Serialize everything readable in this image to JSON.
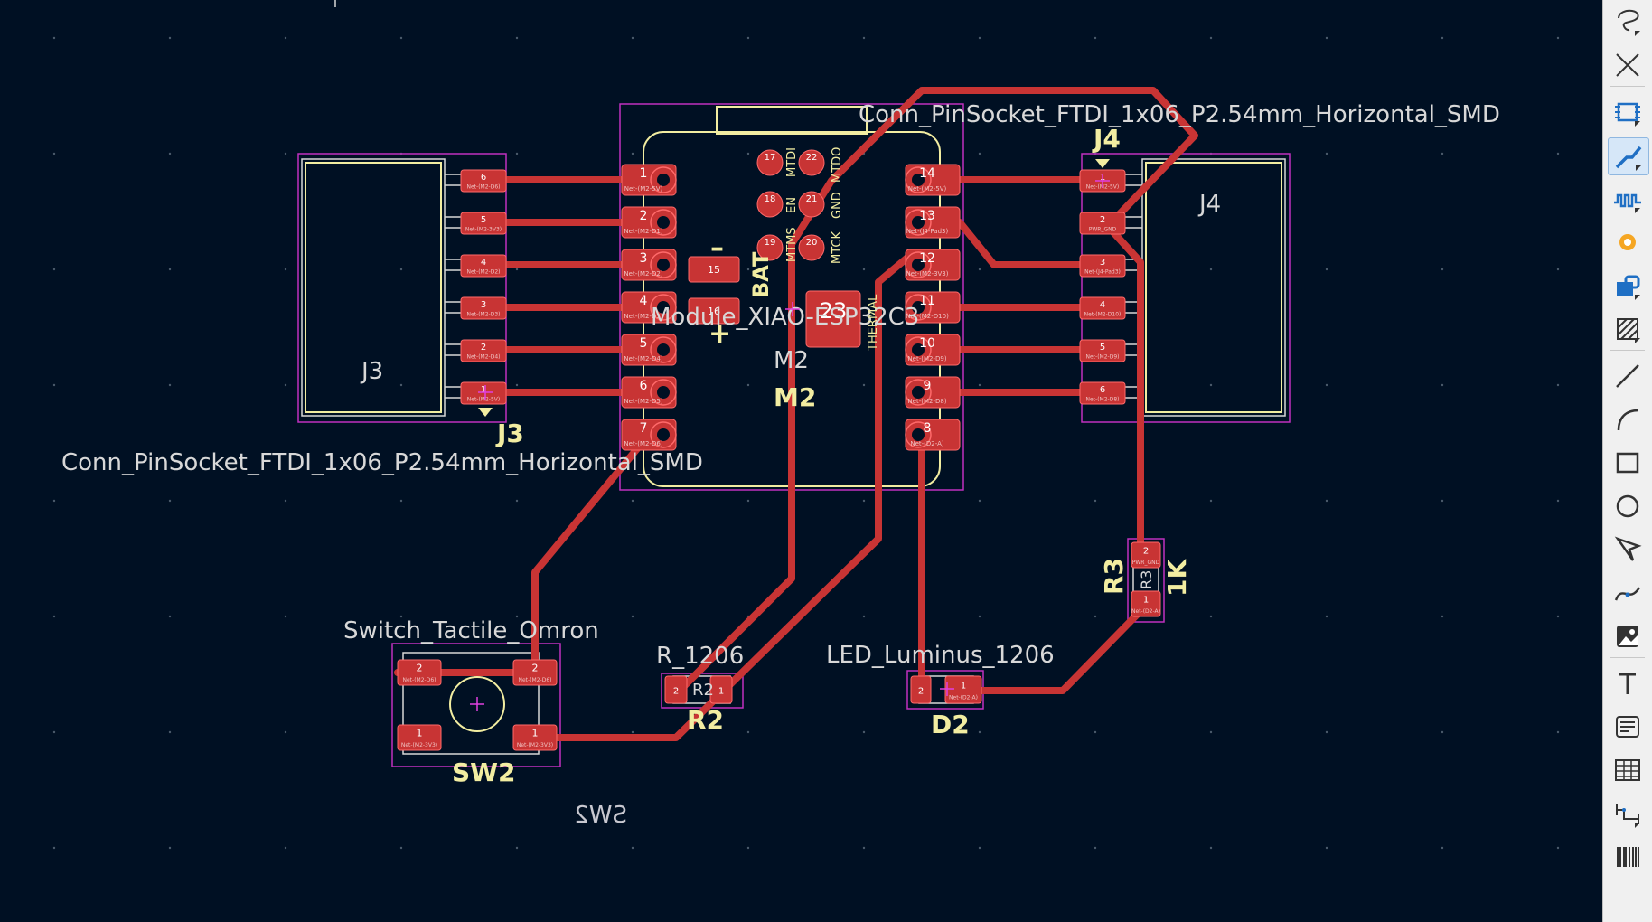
{
  "board": {
    "colors": {
      "background": "#001023",
      "copper": "#c83434",
      "silkscreen": "#f2eda1",
      "courtyard": "#c030c0",
      "fab_text": "#c8c8d0",
      "grid_dot": "#4a5a6a"
    },
    "labels": {
      "j3_value": "Conn_PinSocket_FTDI_1x06_P2.54mm_Horizontal_SMD",
      "j3_ref_silk": "J3",
      "j3_ref_fab": "J3",
      "j4_value": "Conn_PinSocket_FTDI_1x06_P2.54mm_Horizontal_SMD",
      "j4_ref_silk": "J4",
      "j4_ref_fab": "J4",
      "m2_value": "Module_XIAO-ESP32C3",
      "m2_ref_silk": "M2",
      "m2_ref_fab": "M2",
      "m2_bat": "BAT",
      "m2_minus": "–",
      "m2_plus": "+",
      "m2_thermal": "THERMAL",
      "m2_mtdi": "MTDI",
      "m2_mtdo": "MTDO",
      "m2_en": "EN",
      "m2_gnd": "GND",
      "m2_mtms": "MTMS",
      "m2_mtck": "MTCK",
      "sw2_value": "Switch_Tactile_Omron",
      "sw2_ref": "SW2",
      "sw2_back": "SW2",
      "r2_value": "R_1206",
      "r2_ref": "R2",
      "r2_fab": "R2",
      "d2_value": "LED_Luminus_1206",
      "d2_ref": "D2",
      "r3_ref": "R3",
      "r3_value": "1K",
      "r3_fab": "R3"
    },
    "j3_pads": [
      {
        "num": "6",
        "net": "Net-(M2-D6)"
      },
      {
        "num": "5",
        "net": "Net-(M2-3V3)"
      },
      {
        "num": "4",
        "net": "Net-(M2-D2)"
      },
      {
        "num": "3",
        "net": "Net-(M2-D3)"
      },
      {
        "num": "2",
        "net": "Net-(M2-D4)"
      },
      {
        "num": "1",
        "net": "Net-(M2-5V)"
      }
    ],
    "j4_pads": [
      {
        "num": "1",
        "net": "Net-(M2-5V)"
      },
      {
        "num": "2",
        "net": "PWR_GND"
      },
      {
        "num": "3",
        "net": "Net-(J4-Pad3)"
      },
      {
        "num": "4",
        "net": "Net-(M2-D10)"
      },
      {
        "num": "5",
        "net": "Net-(M2-D9)"
      },
      {
        "num": "6",
        "net": "Net-(M2-D8)"
      }
    ],
    "m2_left_pads": [
      {
        "num": "1",
        "net": "Net-(M2-5V)"
      },
      {
        "num": "2",
        "net": "Net-(M2-D1)"
      },
      {
        "num": "3",
        "net": "Net-(M2-D2)"
      },
      {
        "num": "4",
        "net": "Net-(M2-D3)"
      },
      {
        "num": "5",
        "net": "Net-(M2-D4)"
      },
      {
        "num": "6",
        "net": "Net-(M2-D5)"
      },
      {
        "num": "7",
        "net": "Net-(M2-D6)"
      }
    ],
    "m2_right_pads": [
      {
        "num": "14",
        "net": "Net-(M2-5V)"
      },
      {
        "num": "13",
        "net": "Net-(J4-Pad3)"
      },
      {
        "num": "12",
        "net": "Net-(M2-3V3)"
      },
      {
        "num": "11",
        "net": "Net-(M2-D10)"
      },
      {
        "num": "10",
        "net": "Net-(M2-D9)"
      },
      {
        "num": "9",
        "net": "Net-(M2-D8)"
      },
      {
        "num": "8",
        "net": "Net-(D2-A)"
      }
    ],
    "m2_bottom_pads": [
      {
        "num": "17"
      },
      {
        "num": "22"
      },
      {
        "num": "18"
      },
      {
        "num": "21"
      },
      {
        "num": "19"
      },
      {
        "num": "20"
      }
    ],
    "m2_bat_pads": [
      {
        "num": "15"
      },
      {
        "num": "16"
      }
    ],
    "m2_thermal_pad": {
      "num": "23"
    },
    "sw2_pads": [
      {
        "num": "2",
        "net": "Net-(M2-D6)"
      },
      {
        "num": "2",
        "net": "Net-(M2-D6)"
      },
      {
        "num": "1",
        "net": "Net-(M2-3V3)"
      },
      {
        "num": "1",
        "net": "Net-(M2-3V3)"
      }
    ],
    "r2_pads": [
      {
        "num": "2"
      },
      {
        "num": "1"
      }
    ],
    "d2_pads": [
      {
        "num": "2"
      },
      {
        "num": "1",
        "net": "Net-(D2-A)"
      }
    ],
    "r3_pads": [
      {
        "num": "2",
        "net": "PWR_GND"
      },
      {
        "num": "1",
        "net": "Net-(D2-A)"
      }
    ]
  },
  "toolbar": {
    "items": [
      {
        "name": "lasso-select-icon"
      },
      {
        "name": "unrouted-cross-icon"
      },
      {
        "name": "add-footprint-icon"
      },
      {
        "name": "route-track-icon",
        "active": true
      },
      {
        "name": "tune-length-icon"
      },
      {
        "name": "add-via-icon"
      },
      {
        "name": "add-zone-icon"
      },
      {
        "name": "add-rule-area-icon"
      },
      {
        "name": "draw-line-icon"
      },
      {
        "name": "draw-arc-icon"
      },
      {
        "name": "draw-rectangle-icon"
      },
      {
        "name": "draw-circle-icon"
      },
      {
        "name": "draw-polygon-icon"
      },
      {
        "name": "draw-bezier-icon"
      },
      {
        "name": "add-image-icon"
      },
      {
        "name": "add-text-icon"
      },
      {
        "name": "add-textbox-icon"
      },
      {
        "name": "add-table-icon"
      },
      {
        "name": "add-dimension-icon"
      },
      {
        "name": "add-barcode-icon"
      }
    ]
  }
}
